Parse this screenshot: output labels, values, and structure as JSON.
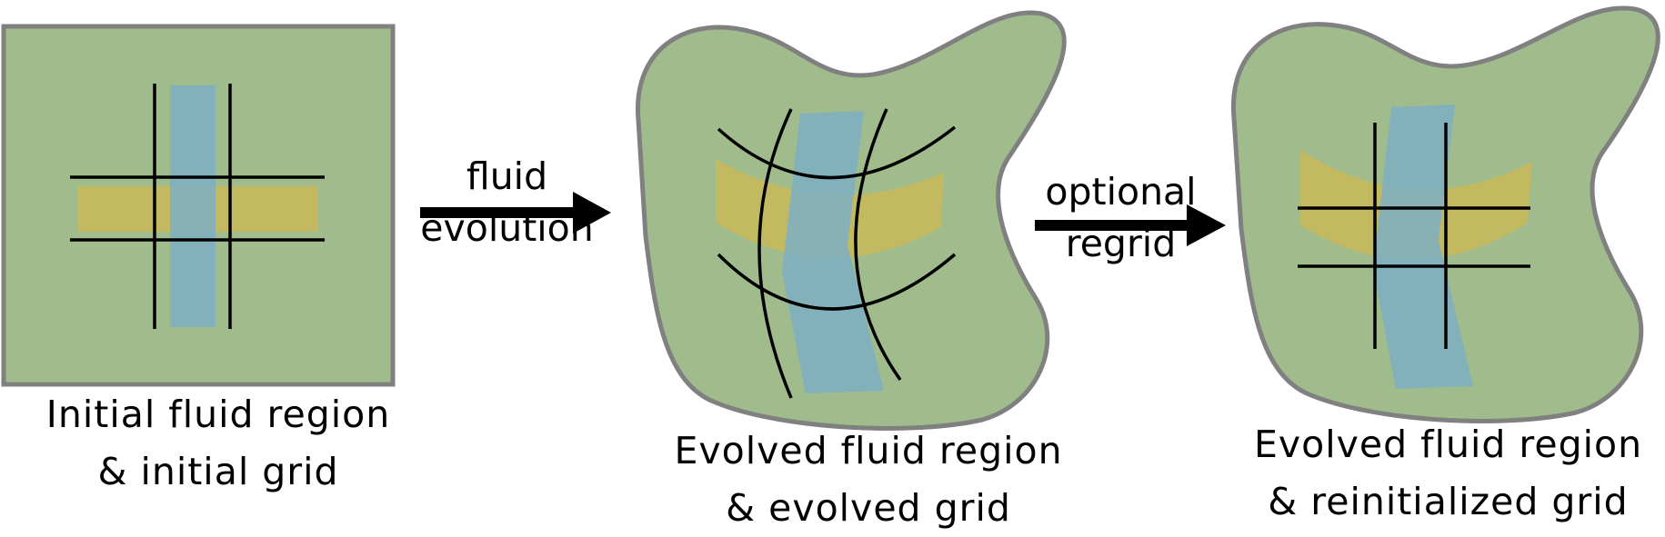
{
  "panels": [
    {
      "caption_line1": "Initial fluid region",
      "caption_line2": "& initial grid"
    },
    {
      "caption_line1": "Evolved fluid region",
      "caption_line2": "& evolved grid"
    },
    {
      "caption_line1": "Evolved fluid region",
      "caption_line2": "& reinitialized grid"
    }
  ],
  "arrows": [
    {
      "label_line1": "fluid",
      "label_line2": "evolution"
    },
    {
      "label_line1": "optional",
      "label_line2": "regrid"
    }
  ],
  "colors": {
    "fluid_region": "#a0bb8c",
    "region_outline": "#808080",
    "horizontal_band": "#cfb853",
    "vertical_band": "#7cafc4",
    "grid_lines": "#000000",
    "arrow": "#000000"
  }
}
